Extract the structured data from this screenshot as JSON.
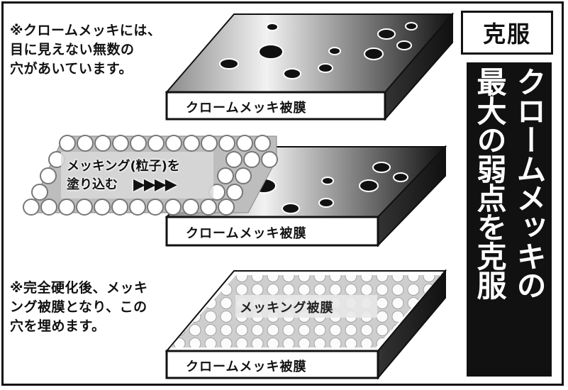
{
  "notes": {
    "top": "※クロームメッキには、\n目に見えない無数の\n穴があいています。",
    "bottom": "※完全硬化後、メッキ\nング被膜となり、この\n穴を埋めます。"
  },
  "layers": {
    "chrome_label_1": "クロームメッキ被膜",
    "chrome_label_2": "クロームメッキ被膜",
    "chrome_label_3": "クロームメッキ被膜",
    "mekking_coat_label": "メッキング被膜"
  },
  "mekking_particles_label": "メッキング(粒子)を\n塗り込む",
  "arrows": "▶▶▶▶",
  "badge": "克服",
  "headline": {
    "col1": "クロームメッキの",
    "col2": "最大の弱点を克服"
  },
  "colors": {
    "ink": "#111111",
    "panel": "#111111",
    "text_on_panel": "#ffffff"
  }
}
